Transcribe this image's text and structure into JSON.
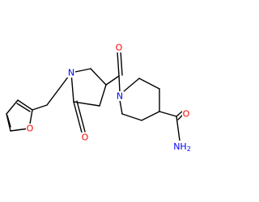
{
  "atoms": {
    "furan_o": "O",
    "pyrrolidone_n": "N",
    "lactam_o": "O",
    "ketone_o": "O",
    "piperidine_n": "N",
    "amide_o": "O",
    "amide_nh2": "NH2"
  },
  "colors": {
    "bond": "#000000",
    "oxygen": "#ff0000",
    "nitrogen": "#0000ff",
    "background": "#ffffff"
  }
}
